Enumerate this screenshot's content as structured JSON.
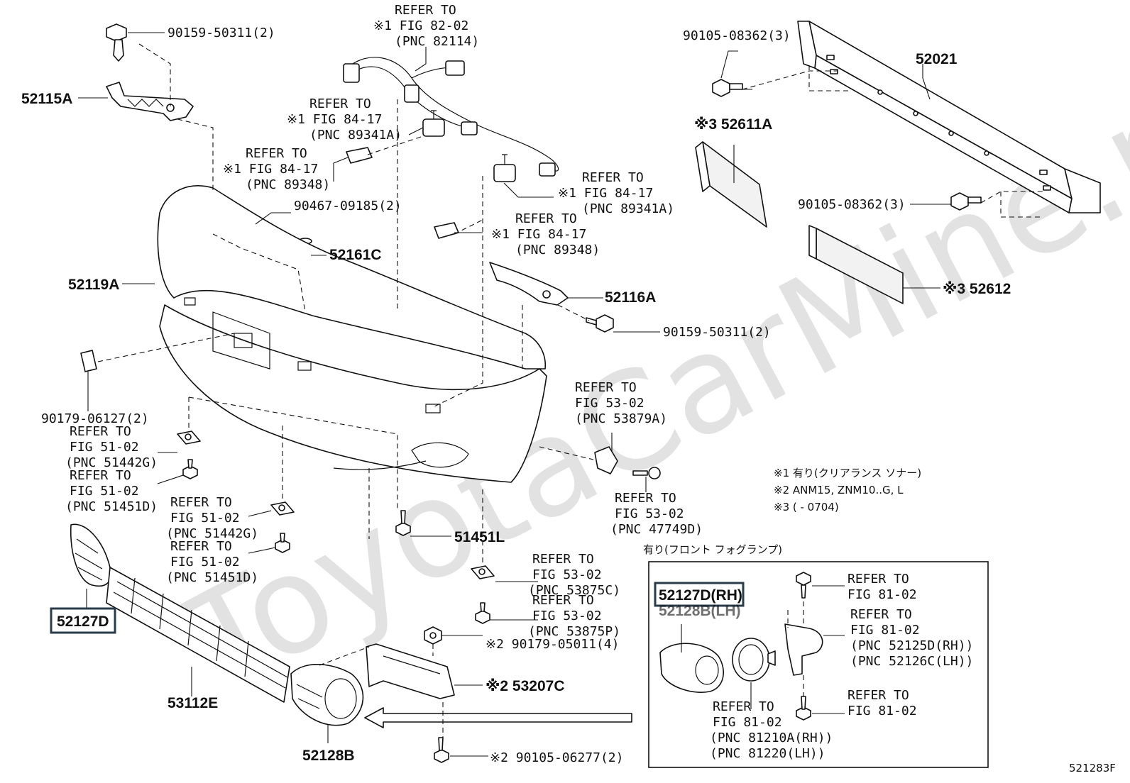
{
  "diagram_id": "521283F",
  "watermark": "ToyotaCarMine.ru",
  "labels": {
    "l_90159_top": "90159-50311(2)",
    "l_52115A": "52115A",
    "ref_82_1": "REFER TO",
    "ref_82_2": "※1 FIG 82-02",
    "ref_82_3": "(PNC 82114)",
    "ref_8417a_1": "REFER TO",
    "ref_8417a_2": "※1 FIG 84-17",
    "ref_8417a_3": "(PNC 89341A)",
    "ref_8417b_1": "REFER TO",
    "ref_8417b_2": "※1 FIG 84-17",
    "ref_8417b_3": "(PNC 89348)",
    "l_90467": "90467-09185(2)",
    "l_52161C": "52161C",
    "ref_8417c_1": "REFER TO",
    "ref_8417c_2": "※1 FIG 84-17",
    "ref_8417c_3": "(PNC 89341A)",
    "ref_8417d_1": "REFER TO",
    "ref_8417d_2": "※1 FIG 84-17",
    "ref_8417d_3": "(PNC 89348)",
    "l_90105_top": "90105-08362(3)",
    "l_52021": "52021",
    "l_52611A": "※3 52611A",
    "l_90105_mid": "90105-08362(3)",
    "l_52612": "※3 52612",
    "l_52119A": "52119A",
    "l_52116A": "52116A",
    "l_90159_mid": "90159-50311(2)",
    "l_90179_06127": "90179-06127(2)",
    "ref_5302a_1": "REFER TO",
    "ref_5302a_2": "FIG 53-02",
    "ref_5302a_3": "(PNC 53879A)",
    "ref_5102a_1": "REFER TO",
    "ref_5102a_2": "FIG 51-02",
    "ref_5102a_3": "(PNC 51442G)",
    "ref_5102b_1": "REFER TO",
    "ref_5102b_2": "FIG 51-02",
    "ref_5102b_3": "(PNC 51451D)",
    "ref_5102c_1": "REFER TO",
    "ref_5102c_2": "FIG 51-02",
    "ref_5102c_3": "(PNC 51442G)",
    "ref_5102d_1": "REFER TO",
    "ref_5102d_2": "FIG 51-02",
    "ref_5102d_3": "(PNC 51451D)",
    "ref_5302b_1": "REFER TO",
    "ref_5302b_2": "FIG 53-02",
    "ref_5302b_3": "(PNC 47749D)",
    "l_51451L": "51451L",
    "ref_5302c_1": "REFER TO",
    "ref_5302c_2": "FIG 53-02",
    "ref_5302c_3": "(PNC 53875C)",
    "ref_5302d_1": "REFER TO",
    "ref_5302d_2": "FIG 53-02",
    "ref_5302d_3": "(PNC 53875P)",
    "l_52127D": "52127D",
    "l_90179_05011": "※2 90179-05011(4)",
    "l_53207C": "※2 53207C",
    "l_53112E": "53112E",
    "l_52128B": "52128B",
    "l_90105_06277": "※2 90105-06277(2)",
    "note1": "※1 有り(クリアランス ソナー)",
    "note2": "※2 ANM15, ZNM10..G, L",
    "note3": "※3 (     - 0704)",
    "inset_title": "有り(フロント フォグランプ)",
    "l_52127D_RH": "52127D(RH)",
    "l_52128B_LH": "52128B(LH)",
    "ref_8102a_1": "REFER TO",
    "ref_8102a_2": "FIG 81-02",
    "ref_8102b_1": "REFER TO",
    "ref_8102b_2": "FIG 81-02",
    "ref_8102b_3": "(PNC 52125D(RH))",
    "ref_8102b_4": "(PNC 52126C(LH))",
    "ref_8102c_1": "REFER TO",
    "ref_8102c_2": "FIG 81-02",
    "ref_8102d_1": "REFER TO",
    "ref_8102d_2": "FIG 81-02",
    "ref_8102d_3": "(PNC 81210A(RH))",
    "ref_8102d_4": "(PNC 81220(LH))"
  }
}
